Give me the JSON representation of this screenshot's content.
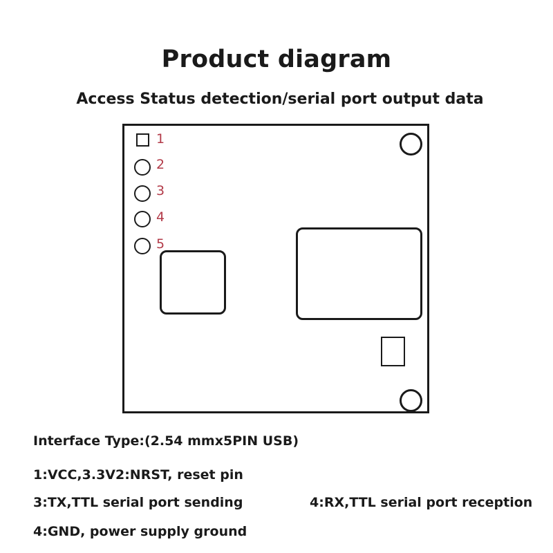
{
  "title": "Product diagram",
  "subtitle": "Access Status detection/serial port output data",
  "pins": [
    {
      "label": "1"
    },
    {
      "label": "2"
    },
    {
      "label": "3"
    },
    {
      "label": "4"
    },
    {
      "label": "5"
    }
  ],
  "info": {
    "interface_type": "Interface Type:(2.54 mmx5PIN USB)",
    "pin_1_2": "1:VCC,3.3V2:NRST, reset pin",
    "pin_3": "3:TX,TTL serial port sending",
    "pin_4_rx": "4:RX,TTL serial port reception",
    "pin_4_gnd": "4:GND, power supply ground"
  },
  "colors": {
    "pin_label": "#b23a48",
    "outline": "#1a1a1a"
  }
}
